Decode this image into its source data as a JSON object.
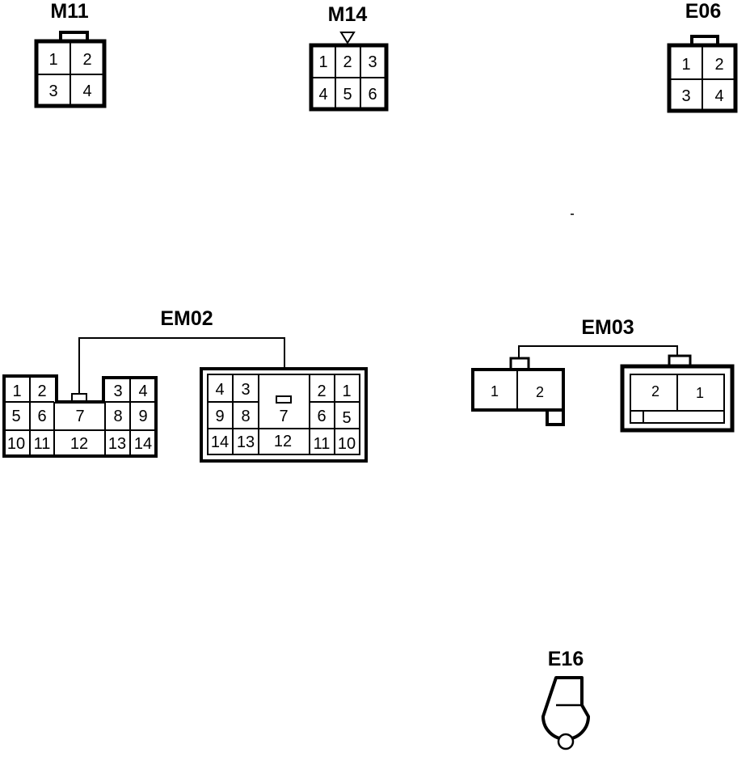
{
  "connectors": {
    "m11": {
      "title": "M11",
      "pins": [
        "1",
        "2",
        "3",
        "4"
      ]
    },
    "m14": {
      "title": "M14",
      "pins": [
        "1",
        "2",
        "3",
        "4",
        "5",
        "6"
      ]
    },
    "e06": {
      "title": "E06",
      "pins": [
        "1",
        "2",
        "3",
        "4"
      ]
    },
    "em02": {
      "title": "EM02",
      "left_pins": [
        "1",
        "2",
        "3",
        "4",
        "5",
        "6",
        "7",
        "8",
        "9",
        "10",
        "11",
        "12",
        "13",
        "14"
      ],
      "right_pins": [
        "4",
        "3",
        "2",
        "1",
        "9",
        "8",
        "7",
        "6",
        "5",
        "14",
        "13",
        "12",
        "11",
        "10"
      ]
    },
    "em03": {
      "title": "EM03",
      "left_pins": [
        "1",
        "2"
      ],
      "right_pins": [
        "2",
        "1"
      ]
    },
    "e16": {
      "title": "E16"
    }
  },
  "colors": {
    "line": "#000000",
    "background": "#ffffff"
  }
}
